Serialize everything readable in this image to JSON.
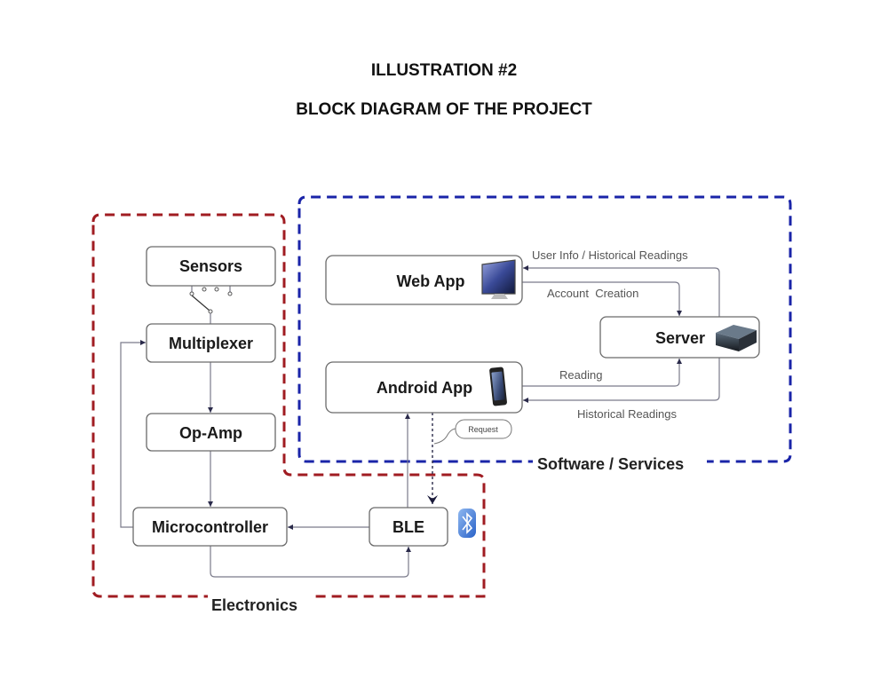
{
  "heading": {
    "line1": "ILLUSTRATION #2",
    "line2": "BLOCK DIAGRAM OF THE PROJECT"
  },
  "groups": {
    "electronics": {
      "label": "Electronics",
      "color": "#a01c22"
    },
    "software": {
      "label": "Software / Services",
      "color": "#1a24a8"
    }
  },
  "blocks": {
    "sensors": {
      "label": "Sensors"
    },
    "multiplexer": {
      "label": "Multiplexer"
    },
    "opamp": {
      "label": "Op-Amp"
    },
    "microcontroller": {
      "label": "Microcontroller"
    },
    "ble": {
      "label": "BLE",
      "icon": "bluetooth-icon"
    },
    "webapp": {
      "label": "Web App",
      "icon": "monitor-icon"
    },
    "server": {
      "label": "Server",
      "icon": "server-icon"
    },
    "android": {
      "label": "Android App",
      "icon": "smartphone-icon"
    }
  },
  "edges": {
    "server_to_webapp": "User Info / Historical Readings",
    "webapp_to_server": "Account  Creation",
    "android_to_server": "Reading",
    "server_to_android": "Historical Readings",
    "android_to_ble": "Request"
  }
}
